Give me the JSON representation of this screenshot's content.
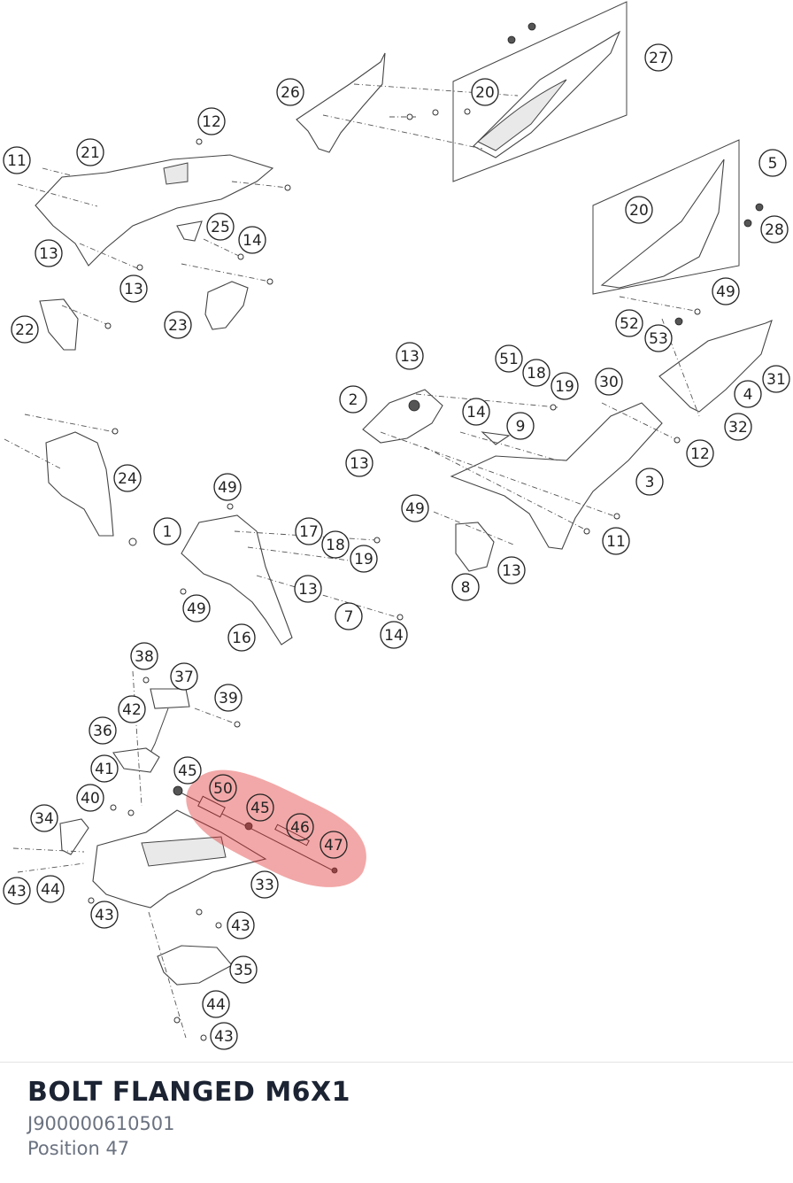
{
  "diagram": {
    "callouts": [
      "1",
      "2",
      "3",
      "4",
      "5",
      "7",
      "8",
      "9",
      "11",
      "12",
      "13",
      "14",
      "16",
      "17",
      "18",
      "19",
      "20",
      "21",
      "22",
      "23",
      "24",
      "25",
      "26",
      "27",
      "28",
      "30",
      "31",
      "32",
      "33",
      "34",
      "35",
      "36",
      "37",
      "38",
      "39",
      "40",
      "41",
      "42",
      "43",
      "44",
      "45",
      "46",
      "47",
      "49",
      "50",
      "51",
      "52",
      "53"
    ],
    "highlighted_position": "47",
    "highlight_color": "#e03030"
  },
  "part": {
    "name": "BOLT FLANGED M6X1",
    "number": "J900000610501",
    "position": "Position 47"
  }
}
